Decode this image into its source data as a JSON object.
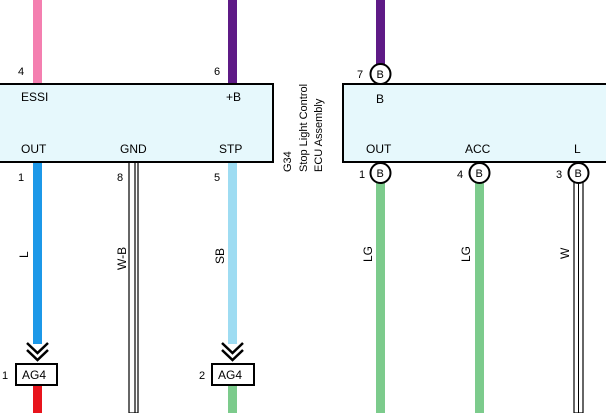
{
  "component": {
    "code": "G34",
    "name_line1": "Stop Light Control",
    "name_line2": "ECU Assembly"
  },
  "left_box": {
    "top_pins": [
      {
        "pin": "4",
        "label": "ESSI"
      },
      {
        "pin": "6",
        "label": "+B"
      }
    ],
    "bottom_pins": [
      {
        "pin": "1",
        "label": "OUT"
      },
      {
        "pin": "8",
        "label": "GND"
      },
      {
        "pin": "5",
        "label": "STP"
      }
    ]
  },
  "right_box": {
    "top_pins": [
      {
        "pin": "7",
        "label": "B",
        "conn": "B"
      }
    ],
    "bottom_pins": [
      {
        "pin": "1",
        "label": "OUT",
        "conn": "B"
      },
      {
        "pin": "4",
        "label": "ACC",
        "conn": "B"
      },
      {
        "pin": "3",
        "label": "L",
        "conn": "B"
      }
    ]
  },
  "wires": [
    {
      "color_code": "L"
    },
    {
      "color_code": "W-B"
    },
    {
      "color_code": "SB"
    },
    {
      "color_code": "LG"
    },
    {
      "color_code": "LG"
    },
    {
      "color_code": "W"
    }
  ],
  "splices": [
    {
      "pin": "1",
      "name": "AG4"
    },
    {
      "pin": "2",
      "name": "AG4"
    }
  ],
  "colors": {
    "pink": "#f47fb0",
    "purple": "#5e1a86",
    "blue": "#1c98e8",
    "sky_blue": "#9edcf2",
    "light_green": "#7ccb8c",
    "red": "#e8141c",
    "box_fill": "#e6f8fc"
  }
}
